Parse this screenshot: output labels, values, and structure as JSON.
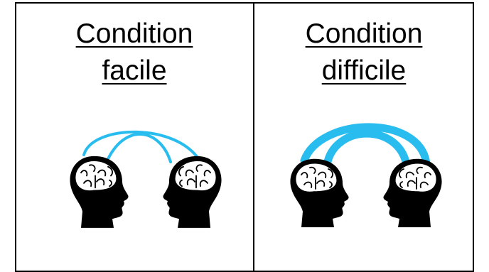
{
  "panels": [
    {
      "title_line1": "Condition",
      "title_line2": "facile",
      "connection_strength": "thin"
    },
    {
      "title_line1": "Condition",
      "title_line2": "difficile",
      "connection_strength": "thick"
    }
  ],
  "colors": {
    "connection": "#29BDEF",
    "head": "#000000",
    "brain": "#ffffff",
    "border": "#000000"
  },
  "icons": [
    "head-with-brain-icon"
  ]
}
